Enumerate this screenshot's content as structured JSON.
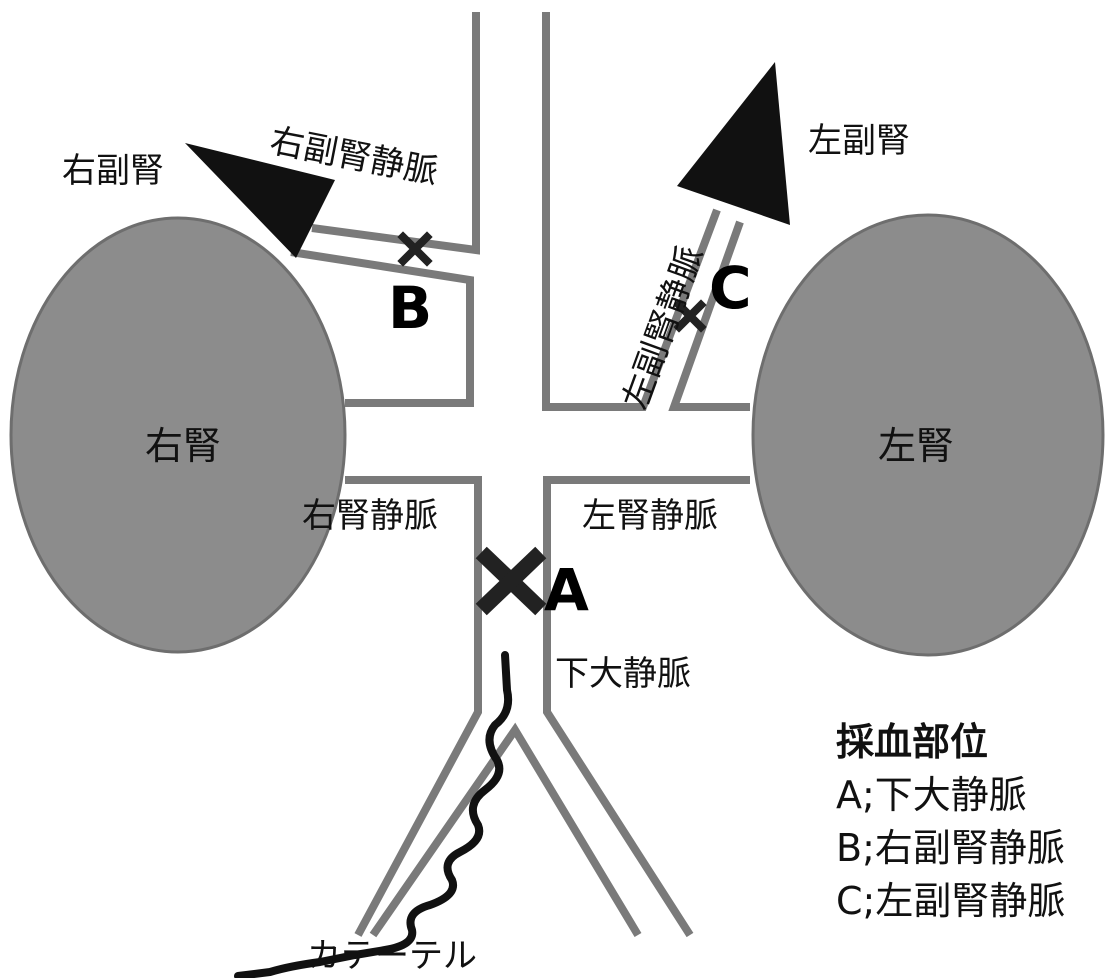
{
  "labels": {
    "right_adrenal": "右副腎",
    "right_adrenal_vein": "右副腎静脈",
    "left_adrenal": "左副腎",
    "left_adrenal_vein": "左副腎静脈",
    "right_kidney": "右腎",
    "left_kidney": "左腎",
    "right_renal_vein": "右腎静脈",
    "left_renal_vein": "左腎静脈",
    "ivc": "下大静脈",
    "catheter": "カテーテル"
  },
  "markers": {
    "a": "A",
    "b": "B",
    "c": "C"
  },
  "legend": {
    "title": "採血部位",
    "items": [
      "A;下大静脈",
      "B;右副腎静脈",
      "C;左副腎静脈"
    ]
  },
  "colors": {
    "vessel_wall": "#7a7a7a",
    "kidney_fill": "#8c8c8c",
    "kidney_stroke": "#6e6e6e",
    "adrenal_fill": "#111111",
    "catheter": "#111111",
    "cross": "#222222"
  }
}
